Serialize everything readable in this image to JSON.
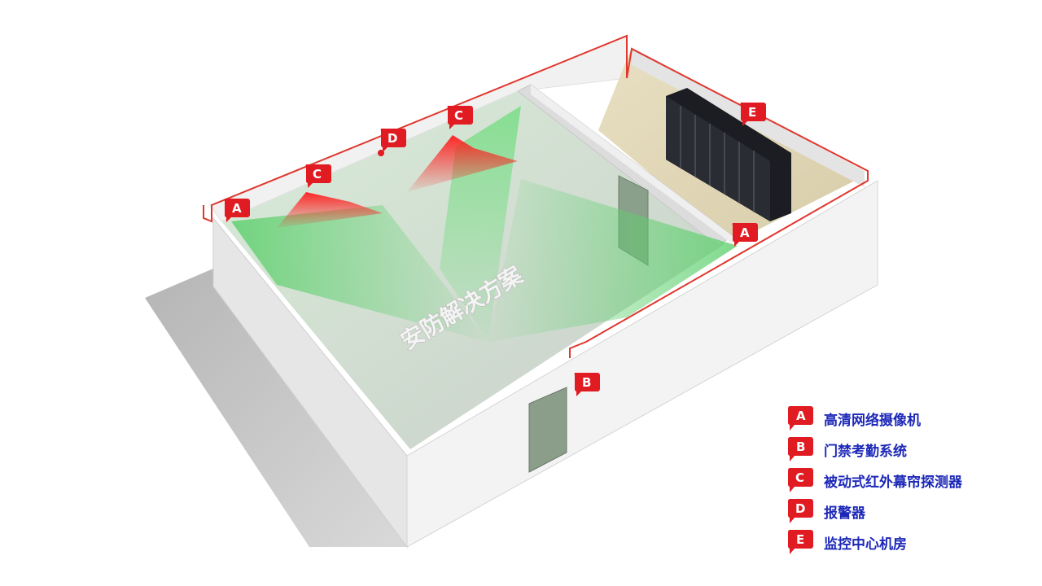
{
  "title": "安防解决方案",
  "markers": [
    {
      "letter": "A"
    },
    {
      "letter": "A"
    },
    {
      "letter": "B"
    },
    {
      "letter": "C"
    },
    {
      "letter": "C"
    },
    {
      "letter": "D"
    },
    {
      "letter": "E"
    }
  ],
  "legend": [
    {
      "letter": "A",
      "label": "高清网络摄像机"
    },
    {
      "letter": "B",
      "label": "门禁考勤系统"
    },
    {
      "letter": "C",
      "label": "被动式红外幕帘探测器"
    },
    {
      "letter": "D",
      "label": "报警器"
    },
    {
      "letter": "E",
      "label": "监控中心机房"
    }
  ],
  "colors": {
    "marker": "#e11b22",
    "legend_text": "#1c28b8",
    "camera_cone": "#7fd88a",
    "detector_cone": "#ff2a2a",
    "cable": "#e0372e"
  }
}
